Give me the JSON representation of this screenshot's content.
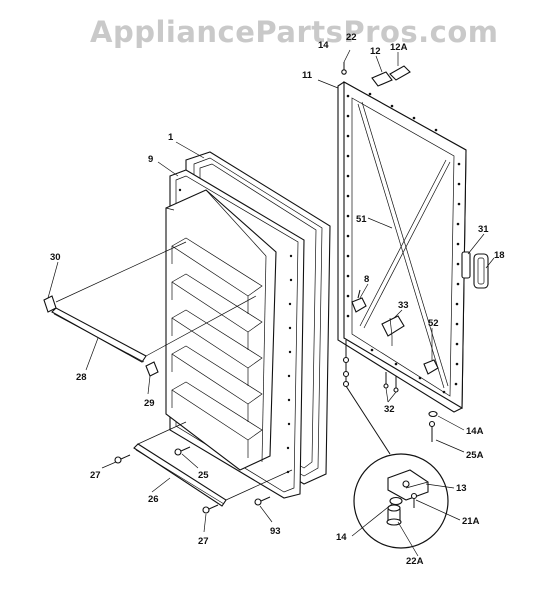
{
  "watermark": "AppliancePartsPros.com",
  "callouts": [
    {
      "id": "c-1",
      "text": "1"
    },
    {
      "id": "c-9",
      "text": "9"
    },
    {
      "id": "c-30",
      "text": "30"
    },
    {
      "id": "c-28",
      "text": "28"
    },
    {
      "id": "c-29",
      "text": "29"
    },
    {
      "id": "c-27a",
      "text": "27"
    },
    {
      "id": "c-26",
      "text": "26"
    },
    {
      "id": "c-25",
      "text": "25"
    },
    {
      "id": "c-27b",
      "text": "27"
    },
    {
      "id": "c-93",
      "text": "93"
    },
    {
      "id": "c-14a",
      "text": "14"
    },
    {
      "id": "c-22",
      "text": "22"
    },
    {
      "id": "c-12",
      "text": "12"
    },
    {
      "id": "c-12A",
      "text": "12A"
    },
    {
      "id": "c-11",
      "text": "11"
    },
    {
      "id": "c-51",
      "text": "51"
    },
    {
      "id": "c-31",
      "text": "31"
    },
    {
      "id": "c-18",
      "text": "18"
    },
    {
      "id": "c-8",
      "text": "8"
    },
    {
      "id": "c-33",
      "text": "33"
    },
    {
      "id": "c-52",
      "text": "52"
    },
    {
      "id": "c-32",
      "text": "32"
    },
    {
      "id": "c-14A",
      "text": "14A"
    },
    {
      "id": "c-25A",
      "text": "25A"
    },
    {
      "id": "c-13",
      "text": "13"
    },
    {
      "id": "c-21A",
      "text": "21A"
    },
    {
      "id": "c-14b",
      "text": "14"
    },
    {
      "id": "c-22A",
      "text": "22A"
    }
  ]
}
